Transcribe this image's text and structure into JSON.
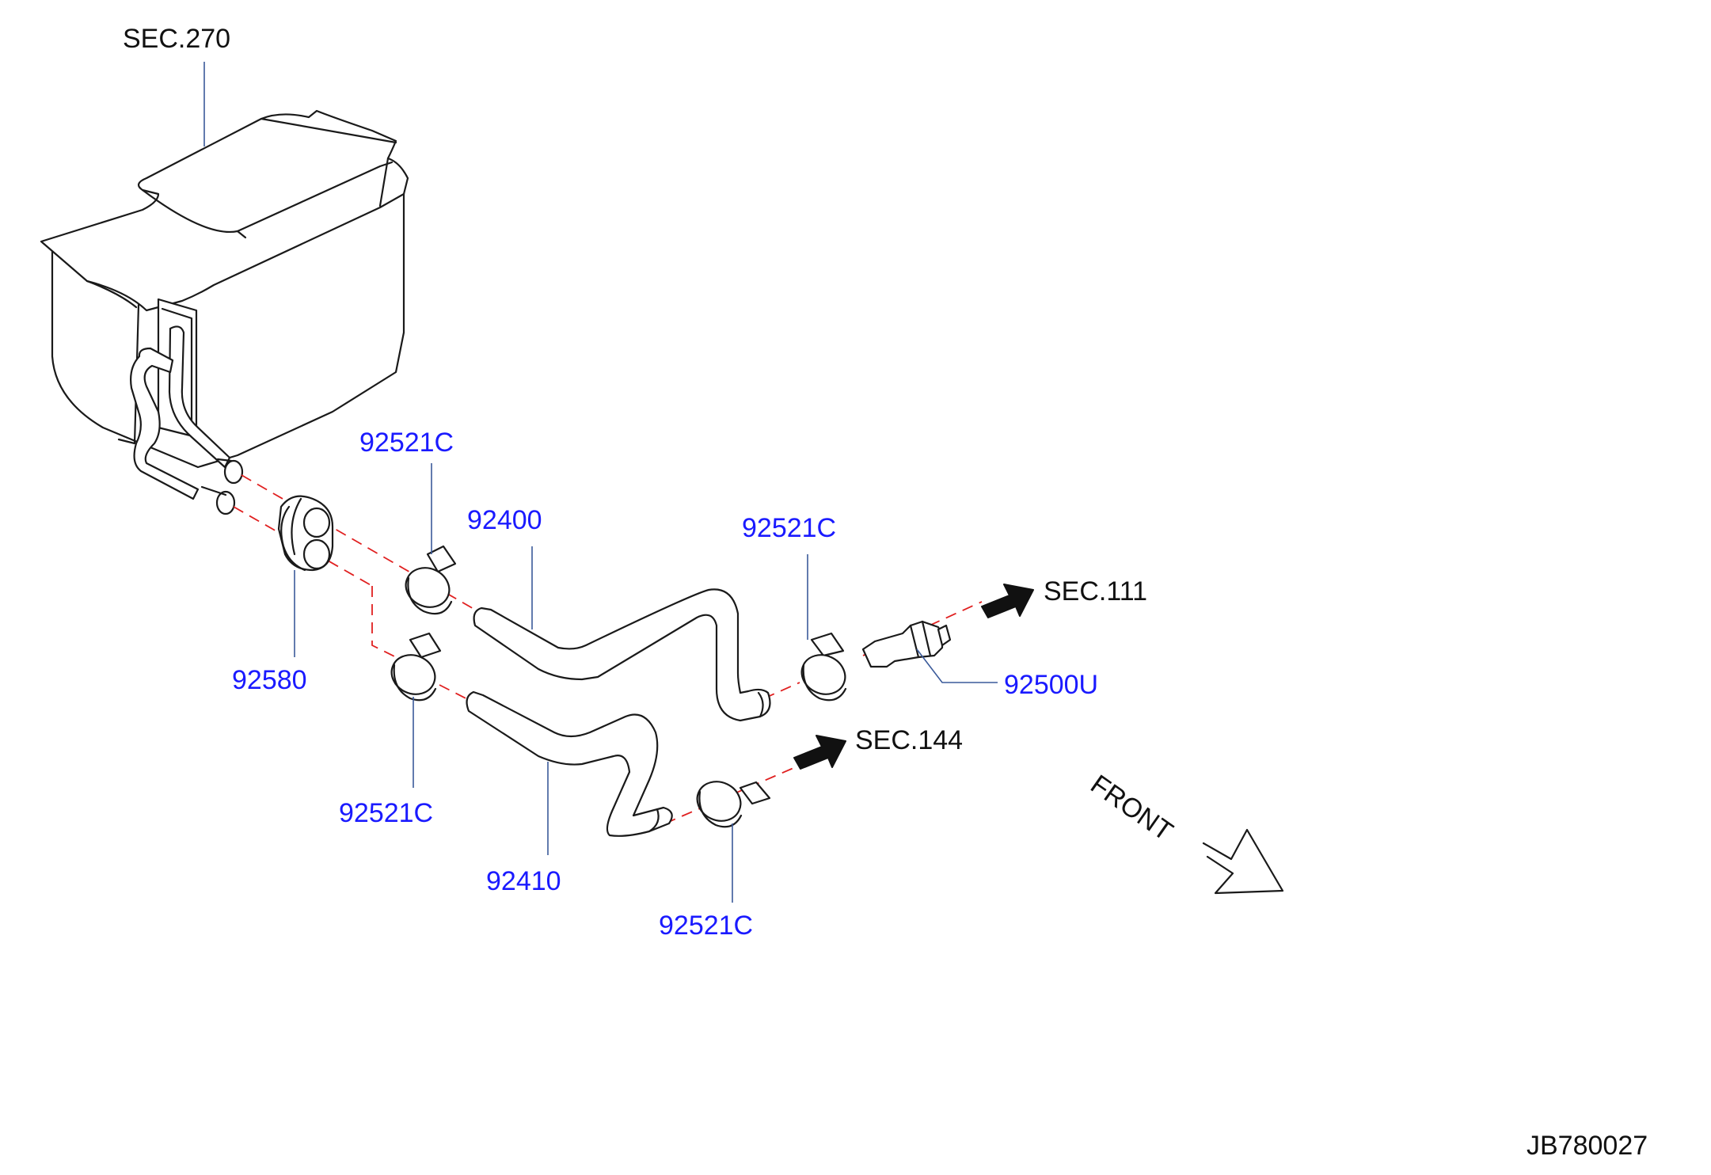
{
  "colors": {
    "part_number": "#1a1aff",
    "section_ref": "#111111",
    "centerline": "#e02020",
    "leader": "#3a5a9a"
  },
  "sections": {
    "sec270": "SEC.270",
    "sec111": "SEC.111",
    "sec144": "SEC.144"
  },
  "parts": {
    "clamp_top_left": "92521C",
    "hose_upper": "92400",
    "clamp_top_right": "92521C",
    "grommet": "92580",
    "connector": "92500U",
    "clamp_lower_left": "92521C",
    "hose_lower": "92410",
    "clamp_lower_right": "92521C"
  },
  "orientation": {
    "front_label": "FRONT"
  },
  "diagram_id": "JB780027"
}
